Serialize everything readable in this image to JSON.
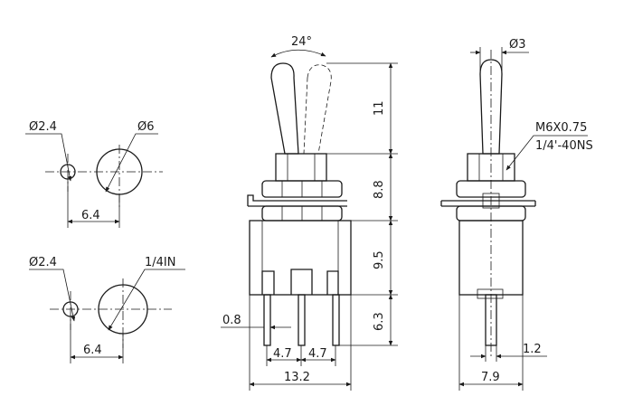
{
  "panel_hole_metric": {
    "small_dia": "Ø2.4",
    "large_dia": "Ø6",
    "spacing": "6.4"
  },
  "panel_hole_imperial": {
    "small_dia": "Ø2.4",
    "large_dia": "1/4IN",
    "spacing": "6.4"
  },
  "front_view": {
    "lever_angle": "24°",
    "lever_height": "11",
    "bushing_height": "8.8",
    "body_height": "9.5",
    "terminal_length": "6.3",
    "terminal_thickness": "0.8",
    "terminal_pitch_left": "4.7",
    "terminal_pitch_right": "4.7",
    "body_width": "13.2"
  },
  "side_view": {
    "lever_tip_dia": "Ø3",
    "thread_metric": "M6X0.75",
    "thread_imperial": "1/4'-40NS",
    "terminal_width": "1.2",
    "body_depth": "7.9"
  }
}
